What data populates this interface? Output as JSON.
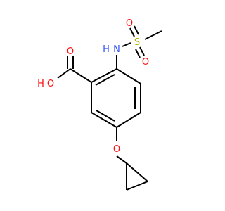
{
  "colors": {
    "bond": "#000000",
    "oxygen": "#ff0d0d",
    "nitrogen": "#3050f8",
    "sulfur": "#b2b200"
  },
  "atoms": {
    "o_methylsulfonyl_top": "O",
    "o_methylsulfonyl_bottom": "O",
    "sulfur": "S",
    "nitrogen_h": "H",
    "nitrogen": "N",
    "o_carbonyl": "O",
    "o_hydroxyl": "O",
    "hydroxyl_h": "H",
    "o_ether": "O"
  }
}
